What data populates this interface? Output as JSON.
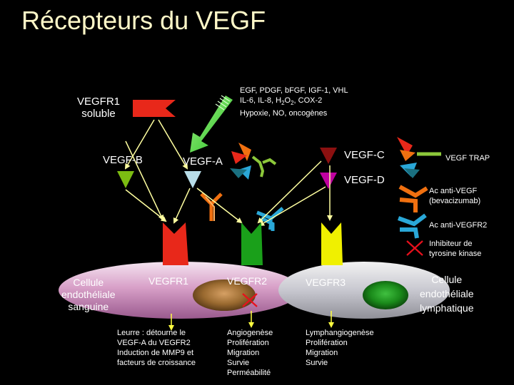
{
  "title": "Récepteurs du VEGF",
  "factors": {
    "line1": "EGF, PDGF, bFGF, IGF-1, VHL",
    "line2_prefix": "IL-6, IL-8, H",
    "line2_sub1": "2",
    "line2_mid": "O",
    "line2_sub2": "2",
    "line2_suffix": ", COX-2",
    "line3": "Hypoxie, NO, oncogènes"
  },
  "ligands": {
    "vegfr1_soluble": "VEGFR1\nsoluble",
    "vegf_b": "VEGF-B",
    "vegf_a": "VEGF-A",
    "vegf_c": "VEGF-C",
    "vegf_d": "VEGF-D"
  },
  "legend": {
    "vegf_trap": "VEGF TRAP",
    "ac_anti_vegf": "Ac anti-VEGF\n(bevacizumab)",
    "ac_anti_vegfr2": "Ac anti-VEGFR2",
    "inhibiteur": "Inhibiteur de\ntyrosine kinase"
  },
  "cells": {
    "blood": "Cellule\nendothéliale\nsanguine",
    "lymph": "Cellule\nendothéliale\nlymphatique"
  },
  "receptors": {
    "vegfr1": "VEGFR1",
    "vegfr2": "VEGFR2",
    "vegfr3": "VEGFR3"
  },
  "effects": {
    "vegfr1": "Leurre : détourne le\nVEGF-A du VEGFR2\nInduction de MMP9 et\nfacteurs de croissance",
    "vegfr2": "Angiogenèse\nProlifération\nMigration\nSurvie\nPerméabilité",
    "vegfr3": "Lymphangiogenèse\nProlifération\nMigration\nSurvie"
  },
  "colors": {
    "vegfr1": "#e8281a",
    "vegfr2": "#1aa01a",
    "vegfr3": "#f0f000",
    "vegf_a": "#b8dde8",
    "vegf_b": "#7cbc12",
    "vegf_c": "#8b1010",
    "vegf_d": "#c000a0",
    "orange_antibody": "#f07010",
    "blue_antibody": "#2aa8d8",
    "inhibitor_red": "#e8101c"
  }
}
